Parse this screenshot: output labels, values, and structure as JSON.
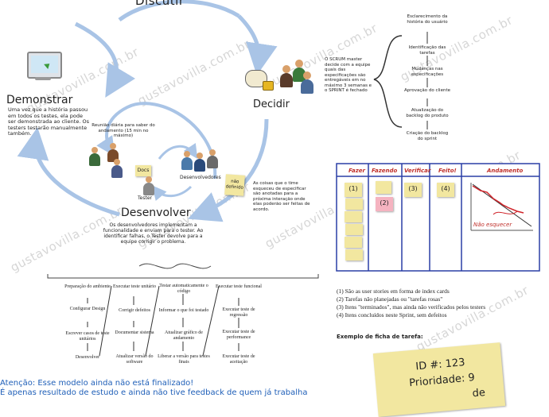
{
  "cycle": {
    "discutir": "Discutir",
    "demonstrar": "Demonstrar",
    "decidir": "Decidir",
    "desenvolver": "Desenvolver",
    "demonstrar_text": "Uma vez que a história passou em todos os testes, ela pode ser demonstrada ao cliente. Os testers testarão manualmente também.",
    "decidir_text": "O SCRUM master decide com a equipe quais das especificações são entregáveis em no máximo 3 semanas e o SPRINT é fechado",
    "desenvolver_text": "Os desenvolvedores implementam a funcionalidade e enviam para o tester. Ao identificar falhas, o Tester devolve para a equipe corrigir o problema.",
    "reuniao_text": "Reunião diária para saber do andamento (15 min no máximo)",
    "docs_label": "Docs",
    "tester_label": "Tester",
    "desenvolvedores_label": "Desenvolvedores",
    "nao_definido_label": "não definido",
    "nao_definido_text": "As coisas que o time esqueceu de especificar são anotadas para a próxima interação onde elas poderão ser feitas de acordo."
  },
  "decidir_steps": [
    "Esclarecimento da história do usuário",
    "Identificação das tarefas",
    "Mudanças nas especificações",
    "Aprovação do cliente",
    "Atualização do backlog do produto",
    "Criação do backlog do sprint"
  ],
  "flows": {
    "col1": [
      "Preparação do ambiente",
      "Configurar Design",
      "Escrever casos de teste unitários",
      "Desenvolver"
    ],
    "col2": [
      "Executar teste unitário",
      "Corrigir defeitos",
      "Documentar sistema",
      "Atualizar versão do software"
    ],
    "col3": [
      "Testar automaticamente o código",
      "Informar o que foi testado",
      "Atualizar gráfico de andamento",
      "Liberar a versão para testes finais"
    ],
    "col4": [
      "Executar teste funcional",
      "Executar teste de regressão",
      "Executar teste de performance",
      "Executar teste de aceitação"
    ]
  },
  "board": {
    "headers": [
      "Fazer",
      "Fazendo",
      "Verificar",
      "Feito!",
      "Andamento"
    ],
    "markers": [
      "(1)",
      "(2)",
      "(3)",
      "(4)"
    ],
    "reminder": "Não esquecer"
  },
  "legend": [
    "(1) São as user stories em forma de index cards",
    "(2) Tarefas não planejadas ou \"tarefas rosas\"",
    "(3) Itens \"terminados\", mas ainda não verificados pelos testers",
    "(4) Itens concluídos neste Sprint, sem defeitos"
  ],
  "ficha": {
    "title": "Exemplo de ficha de tarefa:",
    "line1": "ID #: 123",
    "line2": "Prioridade: 9",
    "line3": "de"
  },
  "warning": {
    "line1": "Atenção: Esse modelo ainda não está finalizado!",
    "line2": "É apenas resultado de estudo e ainda não tive feedback de quem já trabalha"
  },
  "watermark": "gustavovilla.com.br"
}
